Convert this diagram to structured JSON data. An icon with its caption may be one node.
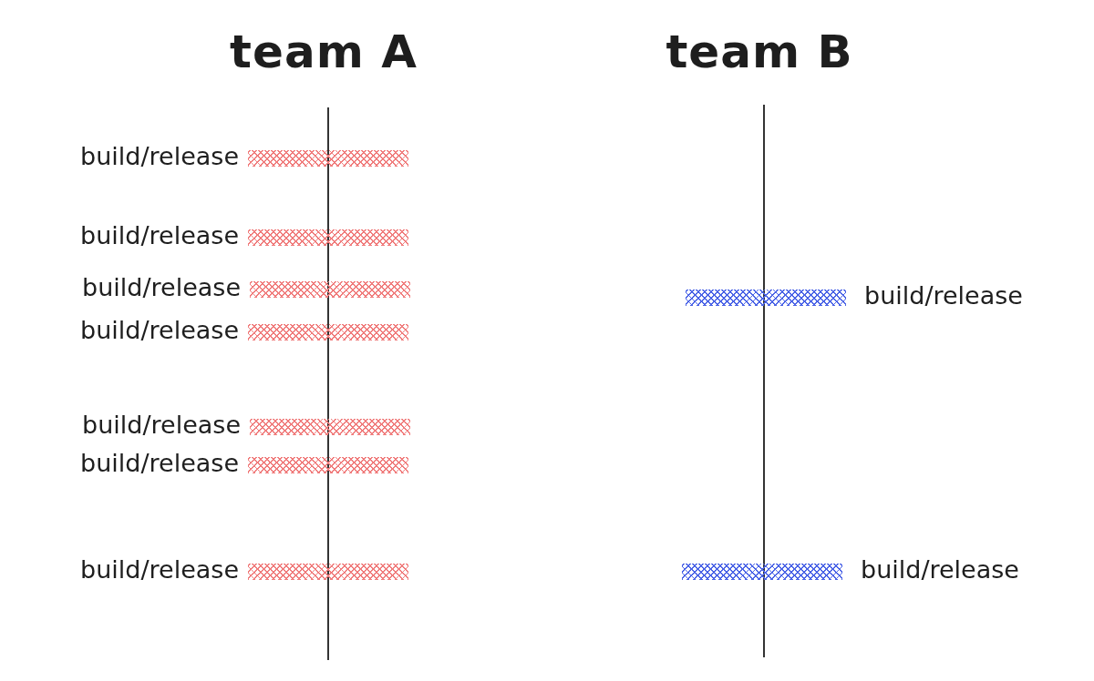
{
  "diagram": {
    "nodes": [
      {
        "text": [
          "team A"
        ]
      },
      {
        "text": [],
        "shape": "bar",
        "beside": [
          "build/release"
        ],
        "in": 0
      },
      {
        "text": [],
        "shape": "bar",
        "beside": [
          "build/release"
        ],
        "in": 0
      },
      {
        "text": [],
        "shape": "bar",
        "beside": [
          "build/release"
        ],
        "in": 0
      },
      {
        "text": [],
        "shape": "bar",
        "beside": [
          "build/release"
        ],
        "in": 0
      },
      {
        "text": [],
        "shape": "bar",
        "beside": [
          "build/release"
        ],
        "in": 0
      },
      {
        "text": [],
        "shape": "bar",
        "beside": [
          "build/release"
        ],
        "in": 0
      },
      {
        "text": [],
        "shape": "bar",
        "beside": [
          "build/release"
        ],
        "in": 0
      },
      {
        "text": [
          "team B"
        ]
      },
      {
        "text": [],
        "shape": "bar",
        "beside": [
          "build/release"
        ],
        "in": 8
      },
      {
        "text": [],
        "shape": "bar",
        "beside": [
          "build/release"
        ],
        "in": 8
      }
    ]
  }
}
